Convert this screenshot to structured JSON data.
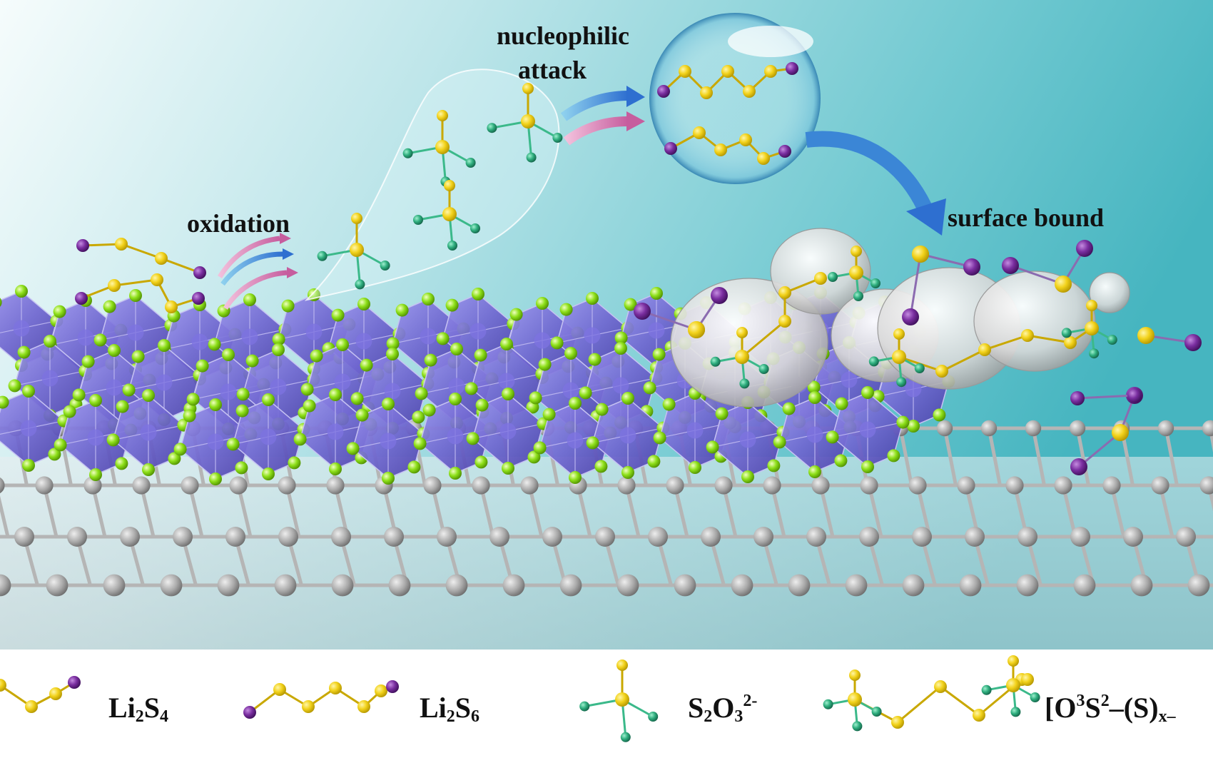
{
  "labels": {
    "oxidation": "oxidation",
    "nucleophilic_line1": "nucleophilic",
    "nucleophilic_line2": "attack",
    "surface_bound": "surface bound"
  },
  "legend": {
    "li2s4": {
      "main": "Li",
      "sub1": "2",
      "s": "S",
      "sub2": "4"
    },
    "li2s6": {
      "main": "Li",
      "sub1": "2",
      "s": "S",
      "sub2": "6"
    },
    "thiosulfate": {
      "s": "S",
      "sub1": "2",
      "o": "O",
      "sub2": "3",
      "sup": "2-"
    },
    "polythionate": {
      "open": "[O",
      "sup1": "3",
      "s": "S",
      "sup2": "2",
      "rest": "–(S)",
      "subx": "x–"
    }
  },
  "colors": {
    "background_top": "#e8f6f7",
    "background_right": "#4fbcc6",
    "sulfur": "#f2d21b",
    "lithium": "#7a2ea0",
    "oxygen": "#2fae7e",
    "octahedron": "#6f66d0",
    "anion_green": "#8ee01a",
    "carbon": "#a8a8a8",
    "arrow_blue": "#3b86d6",
    "arrow_pink": "#d884b8"
  }
}
